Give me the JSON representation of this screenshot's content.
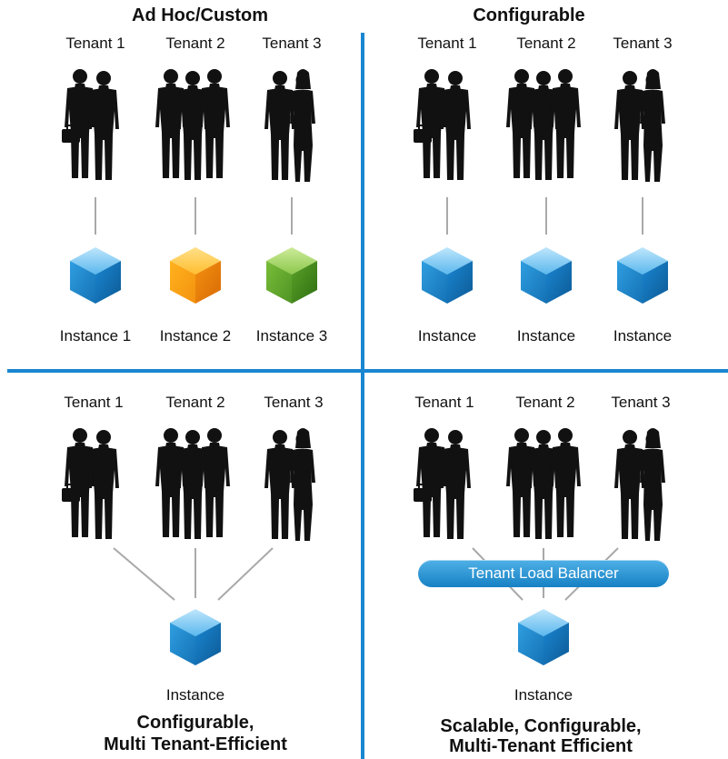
{
  "colors": {
    "divider": "#1a86d1",
    "connector": "#a9a9a9",
    "cube_blue": "#1a86d1",
    "cube_orange": "#f3920f",
    "cube_green": "#5aa228",
    "balancer": "#1681c4"
  },
  "quadrants": {
    "top_left": {
      "title": "Ad Hoc/Custom",
      "tenants": [
        "Tenant 1",
        "Tenant 2",
        "Tenant 3"
      ],
      "instances": [
        {
          "label": "Instance 1",
          "color": "blue"
        },
        {
          "label": "Instance 2",
          "color": "orange"
        },
        {
          "label": "Instance 3",
          "color": "green"
        }
      ]
    },
    "top_right": {
      "title": "Configurable",
      "tenants": [
        "Tenant 1",
        "Tenant 2",
        "Tenant 3"
      ],
      "instances": [
        {
          "label": "Instance",
          "color": "blue"
        },
        {
          "label": "Instance",
          "color": "blue"
        },
        {
          "label": "Instance",
          "color": "blue"
        }
      ]
    },
    "bottom_left": {
      "title_line1": "Configurable,",
      "title_line2": "Multi Tenant-Efficient",
      "tenants": [
        "Tenant 1",
        "Tenant 2",
        "Tenant 3"
      ],
      "instance": {
        "label": "Instance",
        "color": "blue"
      }
    },
    "bottom_right": {
      "title_line1": "Scalable, Configurable,",
      "title_line2": "Multi-Tenant Efficient",
      "tenants": [
        "Tenant 1",
        "Tenant 2",
        "Tenant 3"
      ],
      "load_balancer": "Tenant Load Balancer",
      "instance": {
        "label": "Instance",
        "color": "blue"
      }
    }
  }
}
